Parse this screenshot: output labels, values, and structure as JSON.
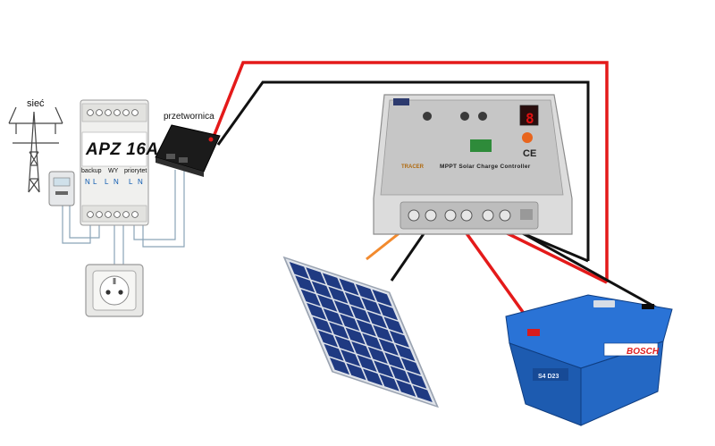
{
  "labels": {
    "grid": "sieć",
    "converter": "przetwornica",
    "apz_title": "APZ 16A",
    "apz_backup": "backup",
    "apz_out": "WY",
    "apz_priority": "priorytet",
    "apz_terminals": [
      "N",
      "L",
      "L",
      "N",
      "L",
      "N"
    ],
    "controller_text": "MPPT Solar Charge Controller",
    "controller_model": "TRACER",
    "controller_display": "8",
    "controller_ce": "CE",
    "battery_brand": "BOSCH",
    "battery_model": "S4 D23"
  },
  "colors": {
    "positive_wire": "#e41a1a",
    "negative_wire": "#111111",
    "pv_wire": "#f28a2e",
    "ac_wire": "#8aa4b8",
    "battery_body": "#1e5fb8",
    "solar_cell": "#1f3a82"
  }
}
